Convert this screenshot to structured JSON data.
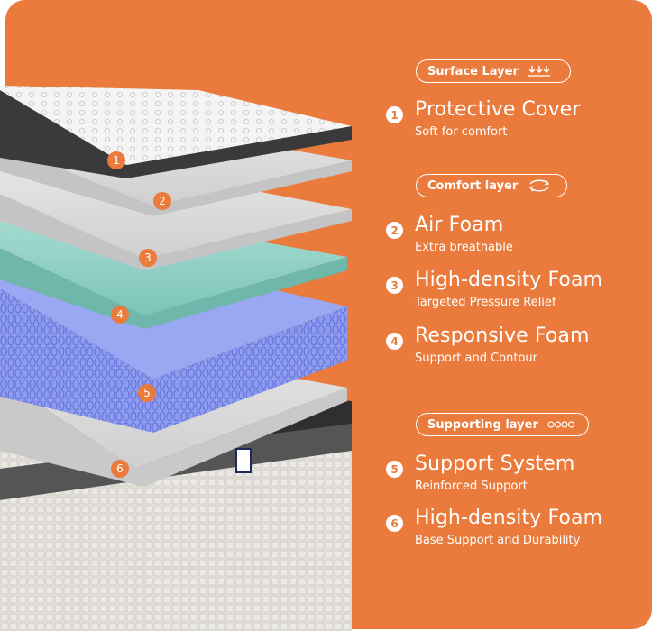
{
  "sections": [
    {
      "label": "Surface Layer",
      "icon": "down-arrows-icon"
    },
    {
      "label": "Comfort layer",
      "icon": "circular-arrows-icon"
    },
    {
      "label": "Supporting layer",
      "icon": "coil-springs-icon"
    }
  ],
  "items": [
    {
      "number": "1",
      "title": "Protective Cover",
      "subtitle": "Soft for comfort"
    },
    {
      "number": "2",
      "title": "Air Foam",
      "subtitle": "Extra breathable"
    },
    {
      "number": "3",
      "title": "High-density Foam",
      "subtitle": "Targeted Pressure Relief"
    },
    {
      "number": "4",
      "title": "Responsive Foam",
      "subtitle": "Support and Contour"
    },
    {
      "number": "5",
      "title": "Support System",
      "subtitle": "Reinforced Support"
    },
    {
      "number": "6",
      "title": "High-density Foam",
      "subtitle": "Base Support and Durability"
    }
  ],
  "layer_markers": [
    "1",
    "2",
    "3",
    "4",
    "5",
    "6"
  ],
  "colors": {
    "background": "#ea7b3c",
    "text": "#ffffff",
    "foam_gray": "#d9d9d9",
    "foam_green": "#8fcfc4",
    "springs_blue": "#7f8fe6",
    "base_knit": "#e9e7e2",
    "base_band": "#3a3a3a"
  }
}
